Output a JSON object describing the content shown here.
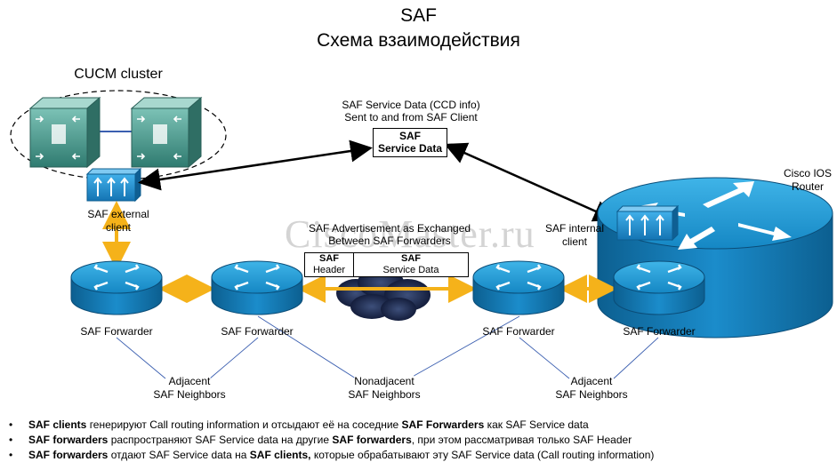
{
  "title": "SAF",
  "subtitle": "Схема взаимодействия",
  "cluster_label": "CUCM cluster",
  "service_data_caption_line1": "SAF Service Data (CCD info)",
  "service_data_caption_line2": "Sent to and from SAF Client",
  "service_data_box_line1": "SAF",
  "service_data_box_line2": "Service Data",
  "advertisement_caption_line1": "SAF Advertisement as Exchanged",
  "advertisement_caption_line2": "Between SAF Forwarders",
  "packet_header_line1": "SAF",
  "packet_header_line2": "Header",
  "packet_data_line1": "SAF",
  "packet_data_line2": "Service Data",
  "external_client_line1": "SAF external",
  "external_client_line2": "client",
  "internal_client_line1": "SAF internal",
  "internal_client_line2": "client",
  "cisco_router_line1": "Cisco IOS",
  "cisco_router_line2": "Router",
  "forwarders": [
    "SAF Forwarder",
    "SAF Forwarder",
    "SAF Forwarder",
    "SAF Forwarder"
  ],
  "neighbors": [
    {
      "line1": "Adjacent",
      "line2": "SAF Neighbors"
    },
    {
      "line1": "Nonadjacent",
      "line2": "SAF Neighbors"
    },
    {
      "line1": "Adjacent",
      "line2": "SAF Neighbors"
    }
  ],
  "watermark": "CiscoMaster.ru",
  "bullets": [
    {
      "bold": "SAF clients",
      "text": " генерируют Call routing information и отсыдают её на соседние ",
      "bold2": "SAF Forwarders",
      "text2": " как SAF Service data"
    },
    {
      "bold": "SAF forwarders",
      "text": " распространяют SAF Service data на другие ",
      "bold2": "SAF forwarders",
      "text2": ", при этом рассматривая только SAF Header"
    },
    {
      "bold": "SAF forwarders",
      "text": " отдают SAF Service data на ",
      "bold2": "SAF clients,",
      "text2": " которые обрабатывают эту SAF Service data (Call routing information)"
    }
  ],
  "colors": {
    "router_blue": "#1a9ad6",
    "router_dark": "#0d6fa3",
    "link_orange": "#f5b21a",
    "server_teal": "#4a9a8e",
    "client_blue": "#1f8fd0"
  }
}
